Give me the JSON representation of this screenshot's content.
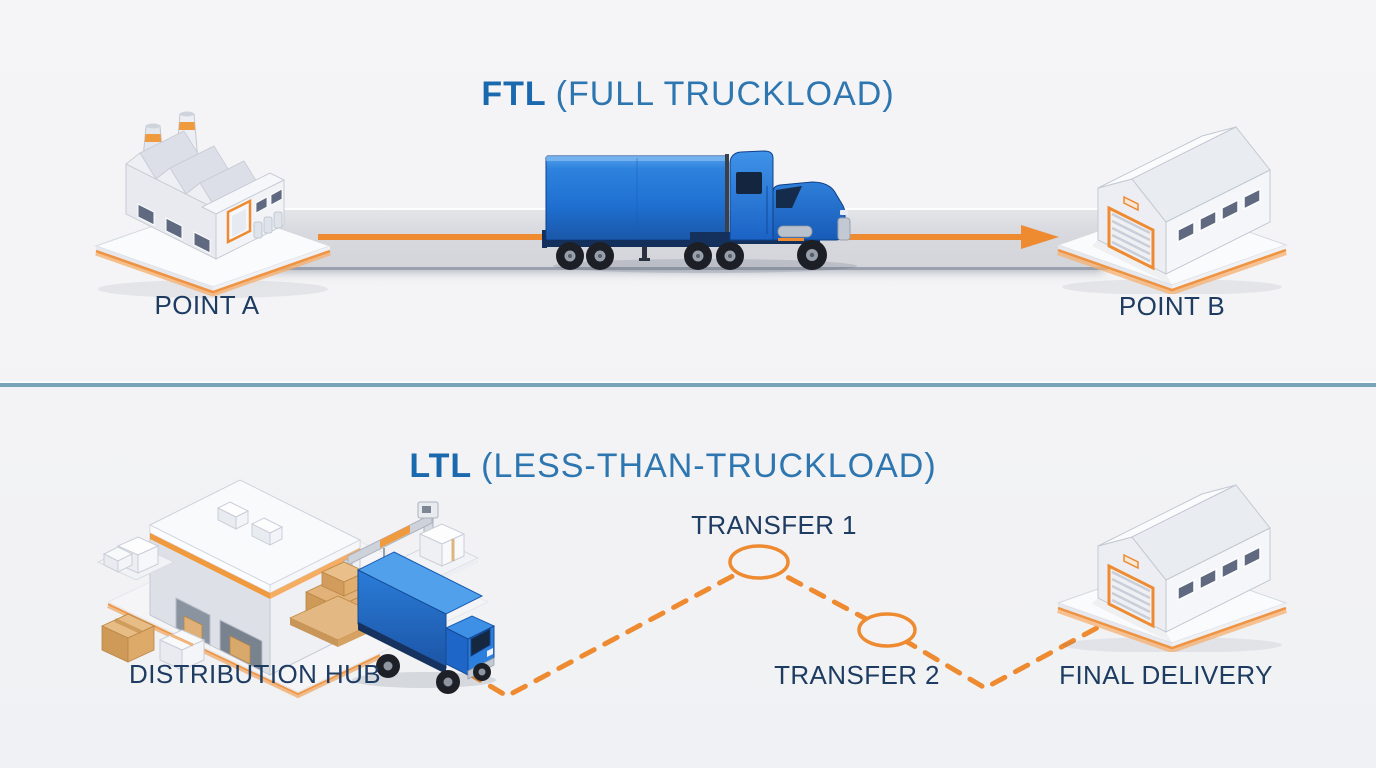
{
  "diagram_title": "FTL vs LTL freight shipping comparison",
  "colors": {
    "background": "#f3f3f5",
    "accent_orange": "#ee8a30",
    "title_blue_bold": "#1a69ae",
    "title_blue_regular": "#2d76b0",
    "label_navy": "#1e3c62",
    "truck_blue": "#1f6fd0",
    "divider_steel_blue": "#78a5ba",
    "road_gray": "#d8d9de"
  },
  "ftl": {
    "title_abbr": "FTL",
    "title_rest": "(FULL TRUCKLOAD)",
    "point_a": "POINT A",
    "point_b": "POINT B",
    "route": "single solid orange arrow from Point A factory to Point B warehouse",
    "illustrations": [
      "factory-icon",
      "semi-truck-icon",
      "warehouse-icon",
      "route-arrow-icon"
    ]
  },
  "ltl": {
    "title_abbr": "LTL",
    "title_rest": "(LESS-THAN-TRUCKLOAD)",
    "origin": "DISTRIBUTION HUB",
    "transfer_1": "TRANSFER 1",
    "transfer_2": "TRANSFER 2",
    "destination": "FINAL DELIVERY",
    "route": "dashed orange path from distribution hub through two transfer stops to final delivery warehouse",
    "illustrations": [
      "distribution-hub-icon",
      "box-truck-icon",
      "transfer-stop-ellipse-icon",
      "warehouse-icon",
      "dashed-route-icon"
    ]
  }
}
